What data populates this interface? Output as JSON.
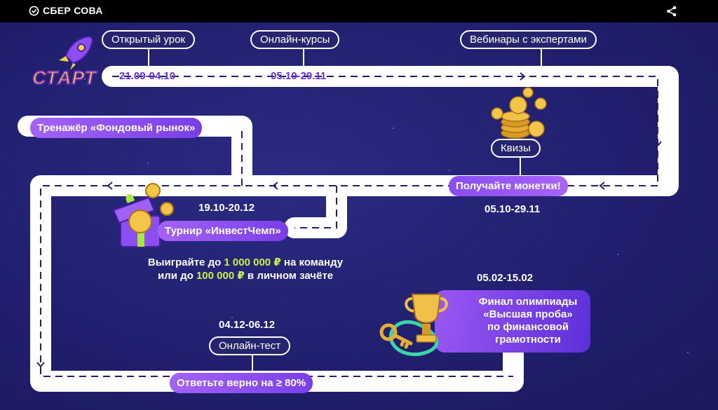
{
  "topbar": {
    "brand": "СБЕР СОВА",
    "icons": [
      "check-circle-icon",
      "share-icon"
    ]
  },
  "roadmap": {
    "start_label": "СТАРТ",
    "stage_labels": {
      "open_lesson": "Открытый урок",
      "online_courses": "Онлайн-курсы",
      "webinars": "Вебинары с экспертами",
      "simulator": "Тренажёр «Фондовый рынок»",
      "quizzes": "Квизы",
      "coins": "Получайте монетки!",
      "tournament": "Турнир «ИнвестЧемп»",
      "online_test": "Онлайн-тест",
      "answer_correct": "Ответьте верно на ≥ 80%",
      "final_line1": "Финал олимпиады",
      "final_line2": "«Высшая проба»",
      "final_line3": "по финансовой",
      "final_line4": "грамотности"
    },
    "dates": {
      "open_lesson": "21.09-04.10",
      "online_courses": "05.10-29.11",
      "coins": "05.10-29.11",
      "tournament": "19.10-20.12",
      "online_test": "04.12-06.12",
      "final": "05.02-15.02"
    },
    "prize_text": {
      "line1_pre": "Выиграйте до ",
      "line1_amount": "1 000 000 ₽",
      "line1_post": " на команду",
      "line2_pre": "или до ",
      "line2_amount": "100 000 ₽",
      "line2_post": " в личном зачёте"
    },
    "colors": {
      "background": "#211f6f",
      "track": "#ffffff",
      "accent_purple": "#8b4cf0",
      "highlight": "#c7f24d",
      "start_text": "#ffd23b"
    },
    "illustrations": [
      "rocket-icon",
      "coin-stack-icon",
      "gift-box-icon",
      "trophy-key-icon"
    ]
  }
}
